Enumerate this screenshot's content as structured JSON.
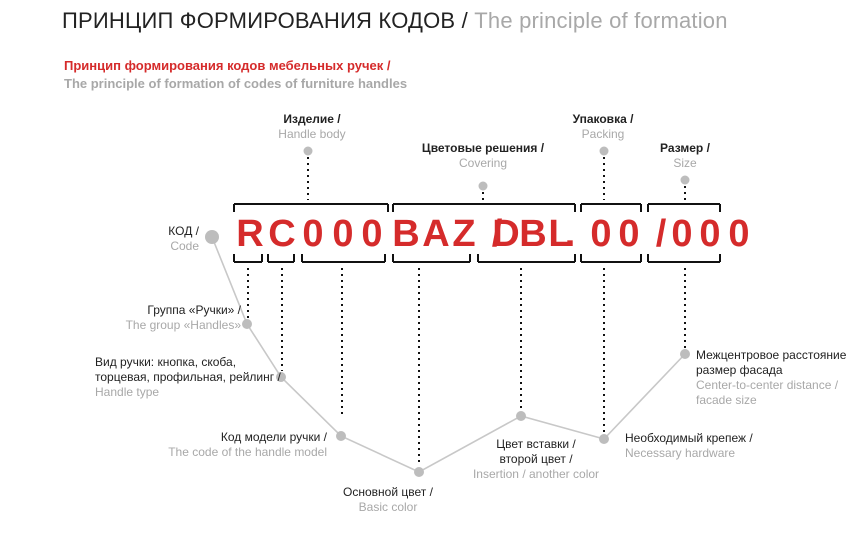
{
  "title": {
    "ru": "ПРИНЦИП ФОРМИРОВАНИЯ КОДОВ /",
    "en": "The principle of formation"
  },
  "subtitle": {
    "ru": "Принцип формирования кодов мебельных ручек /",
    "en": "The principle of formation of codes of furniture handles"
  },
  "code": {
    "segments": [
      "R",
      "C",
      "0 0 0",
      "BAZ",
      "/",
      "DBL",
      ".",
      "00",
      "/",
      "000"
    ],
    "characters": [
      "R",
      "C",
      "0",
      "0",
      "0",
      "B",
      "A",
      "Z",
      "/",
      "D",
      "B",
      "L",
      ".",
      "0",
      "0",
      "/",
      "0",
      "0",
      "0"
    ]
  },
  "top_labels": {
    "product": {
      "ru": "Изделие /",
      "en": "Handle body"
    },
    "covering": {
      "ru": "Цветовые решения /",
      "en": "Covering"
    },
    "packing": {
      "ru": "Упаковка /",
      "en": "Packing"
    },
    "size": {
      "ru": "Размер /",
      "en": "Size"
    }
  },
  "bottom_labels": {
    "code": {
      "ru": "КОД /",
      "en": "Code"
    },
    "group": {
      "ru": "Группа «Ручки» /",
      "en": "The group «Handles»"
    },
    "handle_type": {
      "ru1": "Вид ручки: кнопка, скоба,",
      "ru2": "торцевая, профильная, рейлинг /",
      "en": "Handle type"
    },
    "model": {
      "ru": "Код модели ручки /",
      "en": "The code of the handle model"
    },
    "basic_color": {
      "ru": "Основной цвет /",
      "en": "Basic color"
    },
    "insert_color": {
      "ru1": "Цвет вставки /",
      "ru2": "второй цвет /",
      "en": "Insertion / another color"
    },
    "hardware": {
      "ru": "Необходимый крепеж /",
      "en": "Necessary hardware"
    },
    "distance": {
      "ru1": "Межцентровое расстояние /",
      "ru2": "размер фасада",
      "en1": "Center-to-center distance /",
      "en2": "facade size"
    }
  },
  "colors": {
    "accent": "#d52b2b",
    "muted": "#a8a8a8",
    "text": "#222222",
    "line": "#c8c8c8",
    "dot": "#bdbdbd",
    "bracket": "#111111"
  }
}
